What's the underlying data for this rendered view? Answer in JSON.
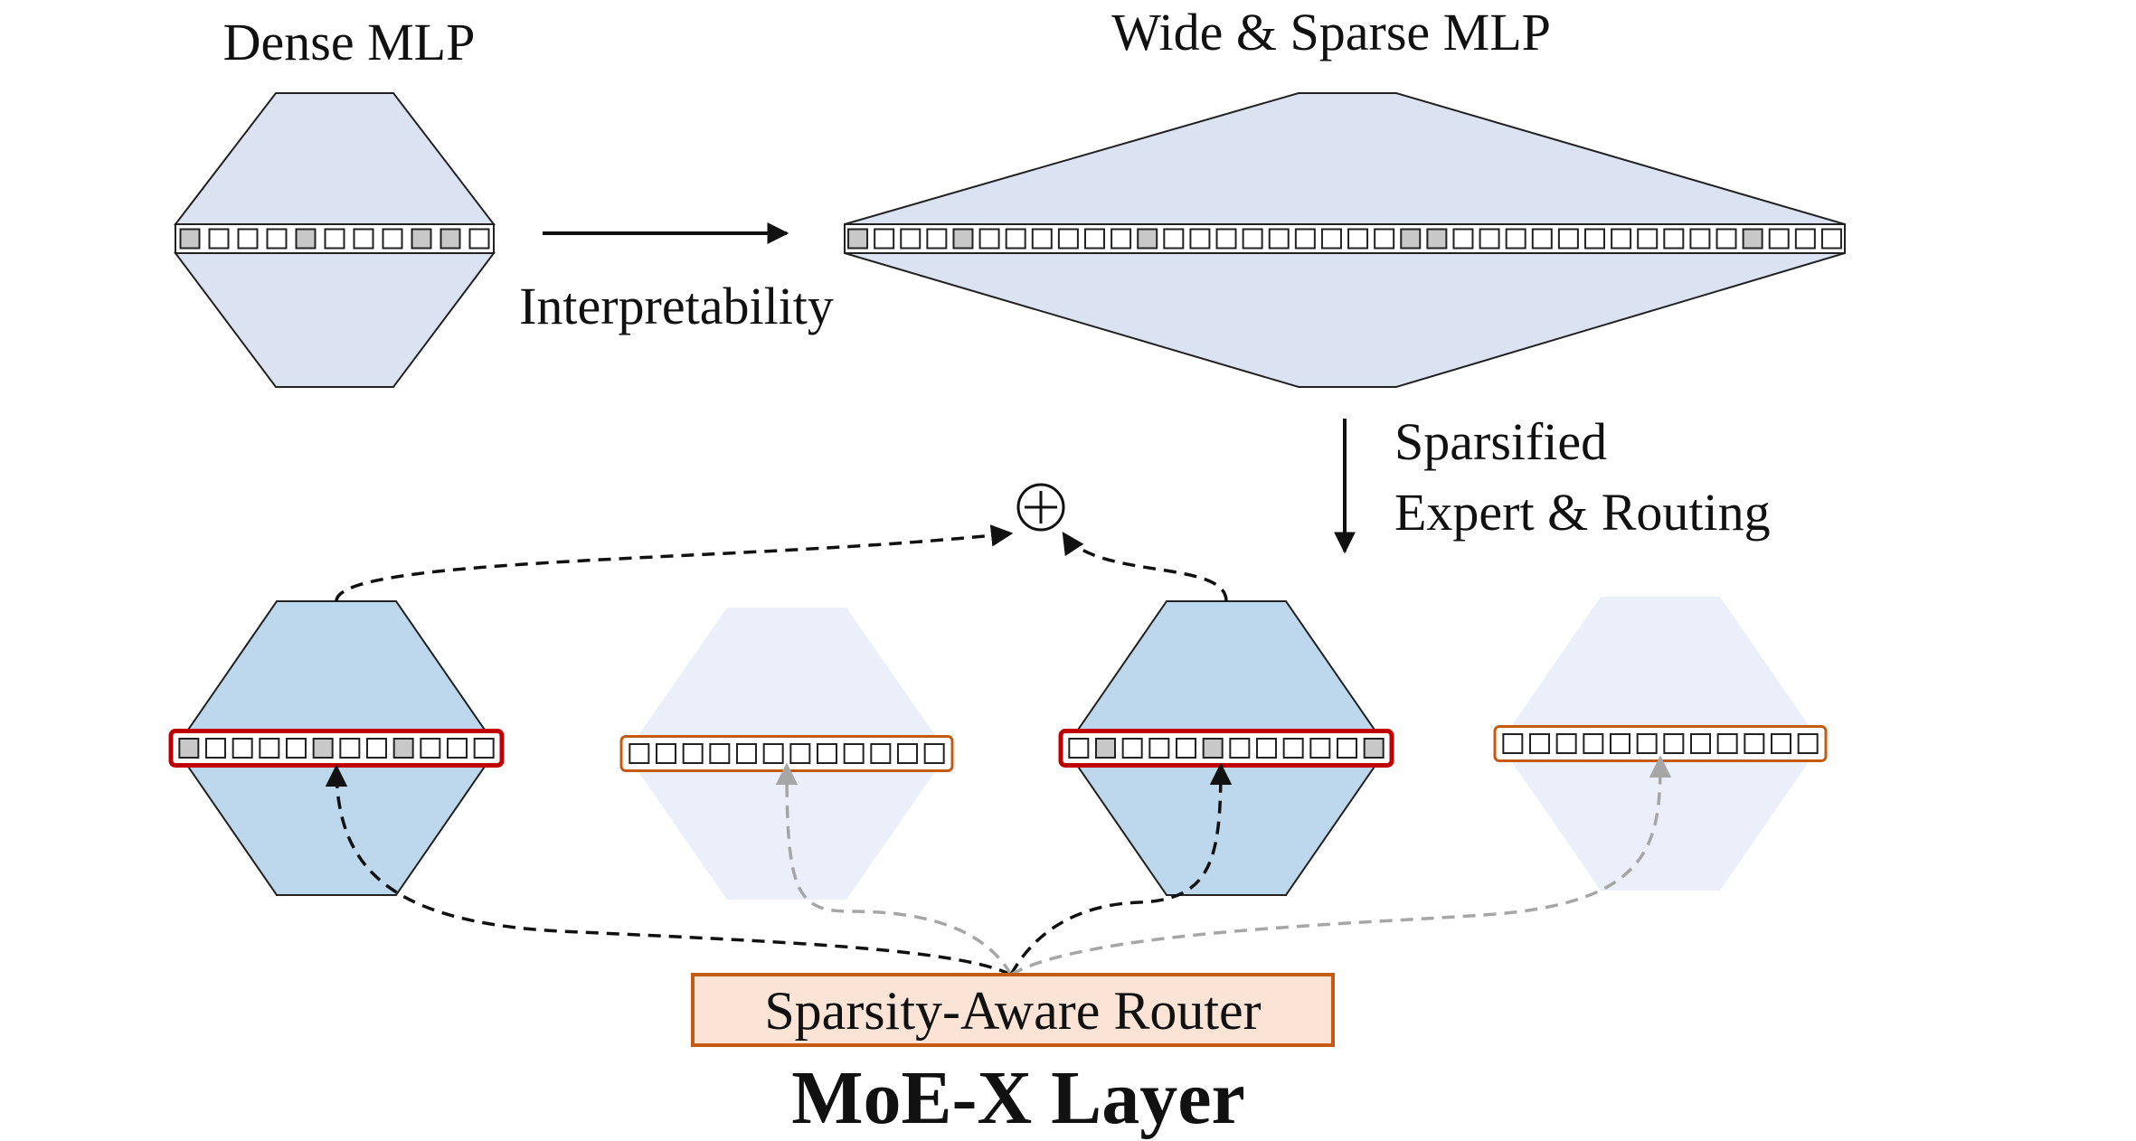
{
  "labels": {
    "dense_title": "Dense MLP",
    "wide_title": "Wide & Sparse MLP",
    "arrow_interp": "Interpretability",
    "arrow_sparse_line1": "Sparsified",
    "arrow_sparse_line2": "Expert & Routing",
    "router": "Sparsity-Aware Router",
    "layer_title": "MoE-X Layer",
    "sum_symbol": "⊕"
  },
  "colors": {
    "mlp_fill": "#dbe2f1",
    "expert_active_fill": "#bdd7ec",
    "expert_inactive_fill": "#eaeff9",
    "neuron_active": "#c8c8c8",
    "neuron_inactive": "#ffffff",
    "active_border": "#c00000",
    "inactive_border": "#c55a11",
    "router_fill": "#fbe3d6",
    "router_border": "#c55a11",
    "route_active": "#111111",
    "route_inactive": "#a6a6a6"
  },
  "dense_mlp": {
    "neurons": [
      1,
      0,
      0,
      0,
      1,
      0,
      0,
      0,
      1,
      1,
      0
    ]
  },
  "wide_mlp": {
    "neurons": [
      1,
      0,
      0,
      0,
      1,
      0,
      0,
      0,
      0,
      0,
      0,
      1,
      0,
      0,
      0,
      0,
      0,
      0,
      0,
      0,
      0,
      1,
      1,
      0,
      0,
      0,
      0,
      0,
      0,
      0,
      0,
      0,
      0,
      0,
      1,
      0,
      0,
      0
    ]
  },
  "experts": [
    {
      "active": true,
      "neurons": [
        1,
        0,
        0,
        0,
        0,
        1,
        0,
        0,
        1,
        0,
        0,
        0
      ]
    },
    {
      "active": false,
      "neurons": [
        0,
        0,
        0,
        0,
        0,
        0,
        0,
        0,
        0,
        0,
        0,
        0
      ]
    },
    {
      "active": true,
      "neurons": [
        0,
        1,
        0,
        0,
        0,
        1,
        0,
        0,
        0,
        0,
        0,
        1
      ]
    },
    {
      "active": false,
      "neurons": [
        0,
        0,
        0,
        0,
        0,
        0,
        0,
        0,
        0,
        0,
        0,
        0
      ]
    }
  ]
}
